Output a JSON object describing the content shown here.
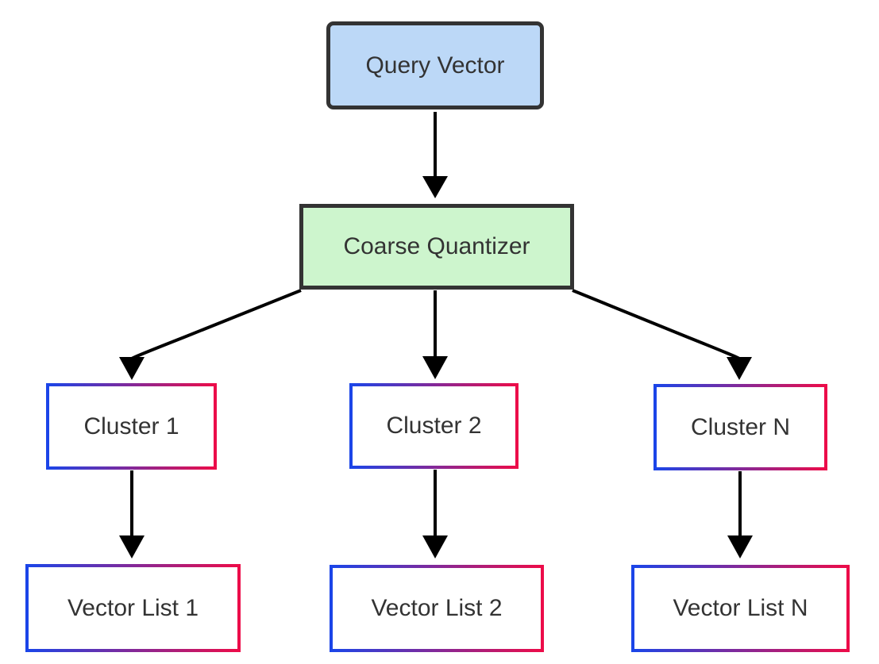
{
  "diagram": {
    "type": "flowchart",
    "direction": "top-down",
    "nodes": {
      "query_vector": {
        "label": "Query Vector",
        "fill": "#bcd8f7",
        "border": "#333333",
        "shape": "rounded-rect"
      },
      "coarse_quantizer": {
        "label": "Coarse Quantizer",
        "fill": "#cdf5cd",
        "border": "#333333",
        "shape": "rect"
      },
      "cluster_1": {
        "label": "Cluster 1",
        "fill": "#ffffff",
        "border": "gradient",
        "shape": "rect"
      },
      "cluster_2": {
        "label": "Cluster 2",
        "fill": "#ffffff",
        "border": "gradient",
        "shape": "rect"
      },
      "cluster_n": {
        "label": "Cluster N",
        "fill": "#ffffff",
        "border": "gradient",
        "shape": "rect"
      },
      "vector_list_1": {
        "label": "Vector List 1",
        "fill": "#ffffff",
        "border": "gradient",
        "shape": "rect"
      },
      "vector_list_2": {
        "label": "Vector List 2",
        "fill": "#ffffff",
        "border": "gradient",
        "shape": "rect"
      },
      "vector_list_n": {
        "label": "Vector List N",
        "fill": "#ffffff",
        "border": "gradient",
        "shape": "rect"
      }
    },
    "edges": [
      {
        "from": "query_vector",
        "to": "coarse_quantizer",
        "style": "straight-arrow"
      },
      {
        "from": "coarse_quantizer",
        "to": "cluster_1",
        "style": "curved-arrow"
      },
      {
        "from": "coarse_quantizer",
        "to": "cluster_2",
        "style": "straight-arrow"
      },
      {
        "from": "coarse_quantizer",
        "to": "cluster_n",
        "style": "curved-arrow"
      },
      {
        "from": "cluster_1",
        "to": "vector_list_1",
        "style": "straight-arrow"
      },
      {
        "from": "cluster_2",
        "to": "vector_list_2",
        "style": "straight-arrow"
      },
      {
        "from": "cluster_n",
        "to": "vector_list_n",
        "style": "straight-arrow"
      }
    ],
    "colors": {
      "background": "#ffffff",
      "text": "#333333",
      "arrow": "#000000",
      "dark_border": "#333333",
      "gradient_start": "#1b45e8",
      "gradient_end": "#ec0c49",
      "query_fill": "#bcd8f7",
      "quantizer_fill": "#cdf5cd"
    }
  }
}
